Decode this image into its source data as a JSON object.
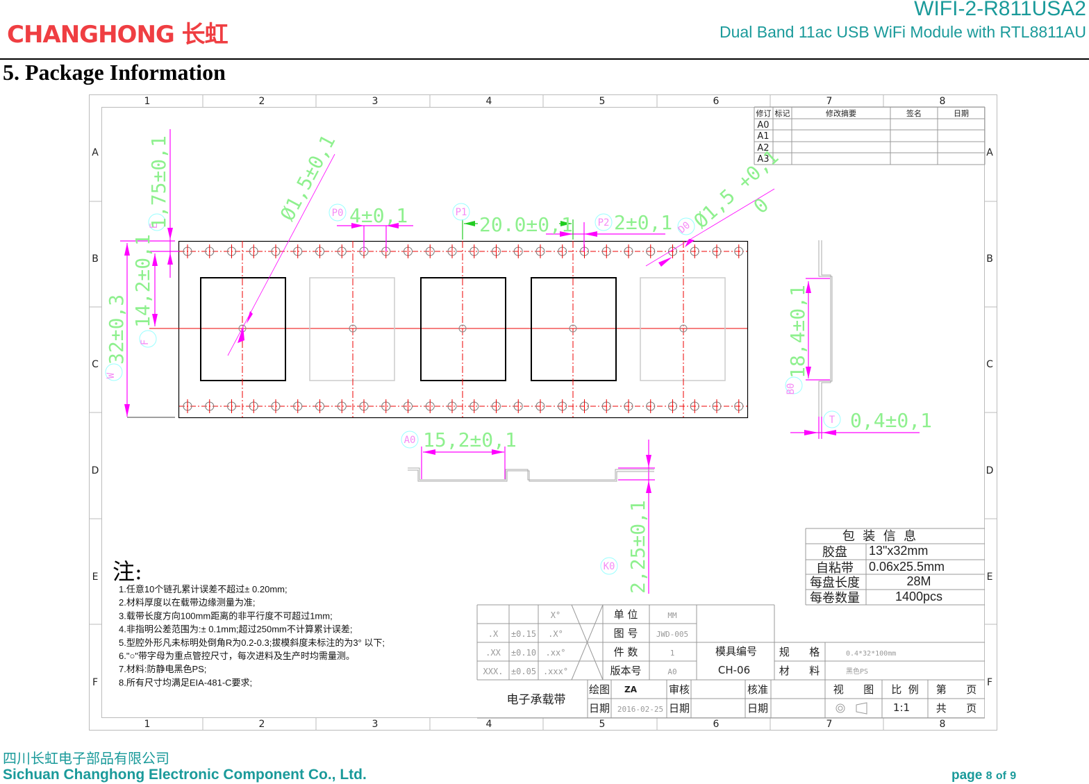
{
  "header": {
    "logo": "CHANGHONG 长虹",
    "title": "WIFI-2-R811USA2",
    "subtitle": "Dual Band 11ac USB WiFi Module with RTL8811AU"
  },
  "section_title": "5. Package Information",
  "drawing": {
    "column_labels": [
      "1",
      "2",
      "3",
      "4",
      "5",
      "6",
      "7",
      "8"
    ],
    "row_labels": [
      "A",
      "B",
      "C",
      "D",
      "E",
      "F"
    ],
    "revision_table": {
      "headers": [
        "修订",
        "标记",
        "修改摘要",
        "签名",
        "日期"
      ],
      "rows": [
        "A0",
        "A1",
        "A2",
        "A3"
      ]
    },
    "dimensions": {
      "E": {
        "label": "E",
        "value": "1,75±0,1"
      },
      "F": {
        "label": "F",
        "value": "14,2±0,1"
      },
      "W": {
        "label": "W",
        "value": "32±0,3"
      },
      "hole_dia": {
        "value": "Ø1,5±0,1"
      },
      "P0": {
        "label": "P0",
        "value": "4±0,1"
      },
      "P1": {
        "label": "P1",
        "value": "20.0±0,1"
      },
      "P2": {
        "label": "P2",
        "value": "2±0,1"
      },
      "D0": {
        "label": "D0",
        "value": "Ø1,5 +0,1",
        "lower": "0"
      },
      "B0": {
        "label": "B0",
        "value": "18,4±0,1"
      },
      "T": {
        "label": "T",
        "value": "0,4±0,1"
      },
      "A0": {
        "label": "A0",
        "value": "15,2±0,1"
      },
      "K0": {
        "label": "K0",
        "value": "2,25±0,1"
      }
    },
    "notes": {
      "title": "注:",
      "items": [
        "1.任意10个链孔累计误差不超过± 0.20mm;",
        "2.材料厚度以在载带边缘测量为准;",
        "3.载带长度方向100mm距离的非平行度不可超过1mm;",
        "4.非指明公差范围为:± 0.1mm;超过250mm不计算累计误差;",
        "5.型腔外形凡未标明处倒角R为0.2-0.3;拔模斜度未标注的为3°  以下;",
        "6.\"○\"带字母为重点管控尺寸，每次进料及生产时均需量测。",
        "7.材料:防静电黑色PS;",
        "8.所有尺寸均满足EIA-481-C要求;"
      ]
    },
    "package_info": {
      "title": "包  装  信  息",
      "rows": [
        {
          "key": "胶盘",
          "value": "13\"x32mm"
        },
        {
          "key": "自粘带",
          "value": "0.06x25.5mm"
        },
        {
          "key": "每盘长度",
          "value": "28M"
        },
        {
          "key": "每卷数量",
          "value": "1400pcs"
        }
      ]
    },
    "title_block": {
      "tolerances": [
        {
          "a": "",
          "b": "",
          "c": "X°"
        },
        {
          "a": ".X",
          "b": "±0.15",
          "c": ".X°"
        },
        {
          "a": ".XX",
          "b": "±0.10",
          "c": ".xx°"
        },
        {
          "a": "XXX.",
          "b": "±0.05",
          "c": ".xxx°"
        }
      ],
      "unit_label": "单 位",
      "unit": "MM",
      "drawing_no_label": "图 号",
      "drawing_no": "JWD-005",
      "qty_label": "件 数",
      "qty": "1",
      "version_label": "版本号",
      "version": "A0",
      "mold_no_label": "模具编号",
      "mold_no": "CH-06",
      "spec_label": "规      格",
      "spec": "0.4*32*100mm",
      "material_label": "材      料",
      "material": "黑色PS",
      "part_name": "电子承载带",
      "drawn_label": "绘图",
      "drawn_by": "ZA",
      "review_label": "审核",
      "approve_label": "核准",
      "date_label": "日期",
      "date": "2016-02-25",
      "view_label": "视      图",
      "scale_label": "比  例",
      "scale": "1:1",
      "sheet_label": "第      页",
      "total_label": "共      页"
    }
  },
  "footer": {
    "company_cn": "四川长虹电子部品有限公司",
    "company_en": "Sichuan Changhong Electronic Component Co., Ltd.",
    "page_word": "page",
    "page": "8",
    "of_word": "of",
    "total": "9"
  }
}
